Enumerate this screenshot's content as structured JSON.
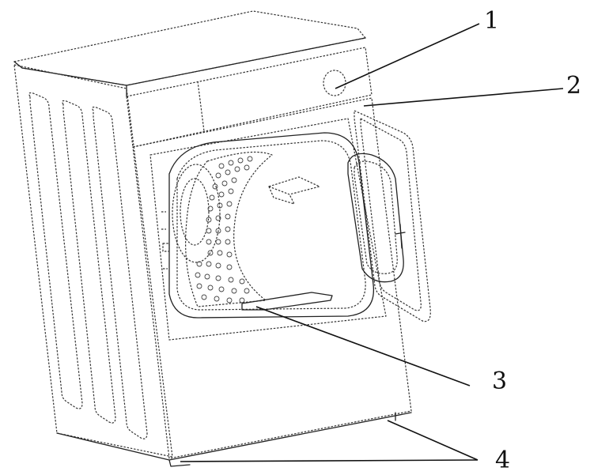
{
  "figure": {
    "labels": [
      {
        "id": "1",
        "text": "1"
      },
      {
        "id": "2",
        "text": "2"
      },
      {
        "id": "3",
        "text": "3"
      },
      {
        "id": "4",
        "text": "4"
      }
    ],
    "colors": {
      "line": "#222222",
      "background": "#ffffff"
    }
  }
}
